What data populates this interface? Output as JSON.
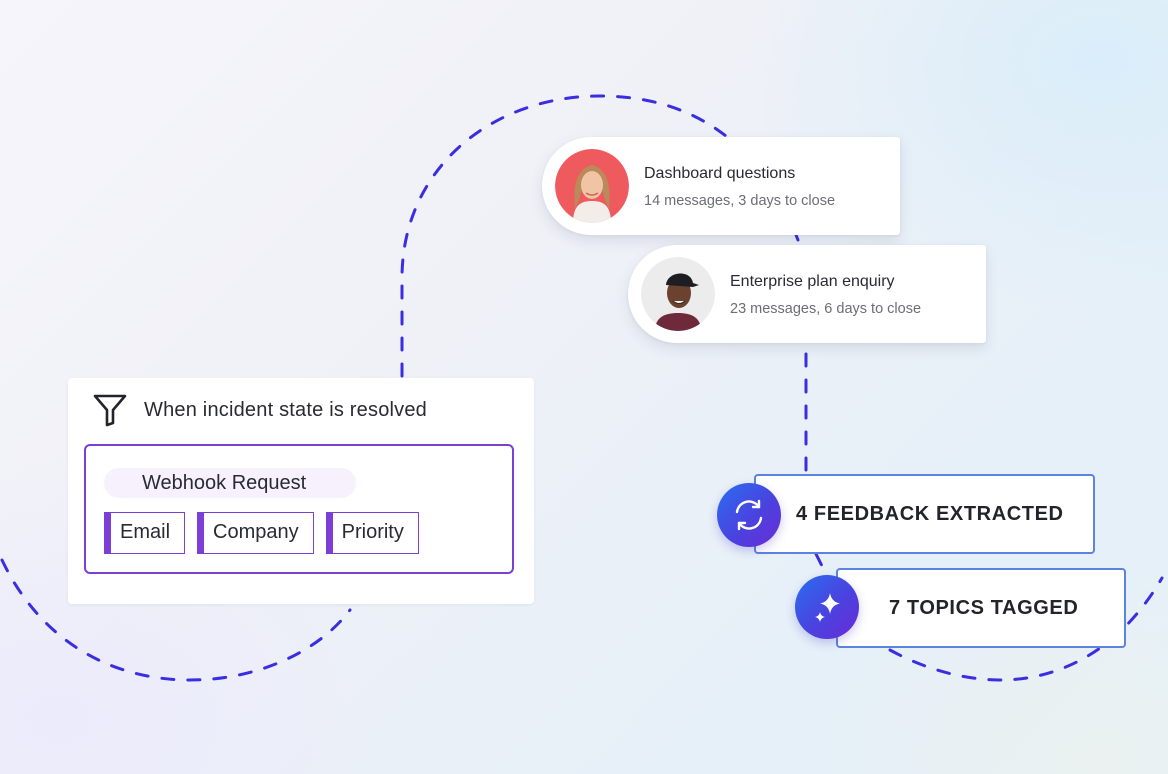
{
  "trigger": {
    "condition": "When incident state is resolved",
    "source": "Webhook Request",
    "fields": [
      "Email",
      "Company",
      "Priority"
    ],
    "icon": "filter-icon"
  },
  "conversations": [
    {
      "title": "Dashboard questions",
      "meta": "14 messages, 3 days to close"
    },
    {
      "title": "Enterprise plan enquiry",
      "meta": "23 messages, 6 days to close"
    }
  ],
  "results": [
    {
      "label": "4 FEEDBACK EXTRACTED",
      "icon": "sync-icon"
    },
    {
      "label": "7 TOPICS TAGGED",
      "icon": "sparkle-icon"
    }
  ],
  "colors": {
    "accent_purple": "#7b3fd6",
    "connector_blue": "#3a2ee0",
    "stat_border": "#5b84de",
    "avatar_red": "#ef5a5f"
  }
}
